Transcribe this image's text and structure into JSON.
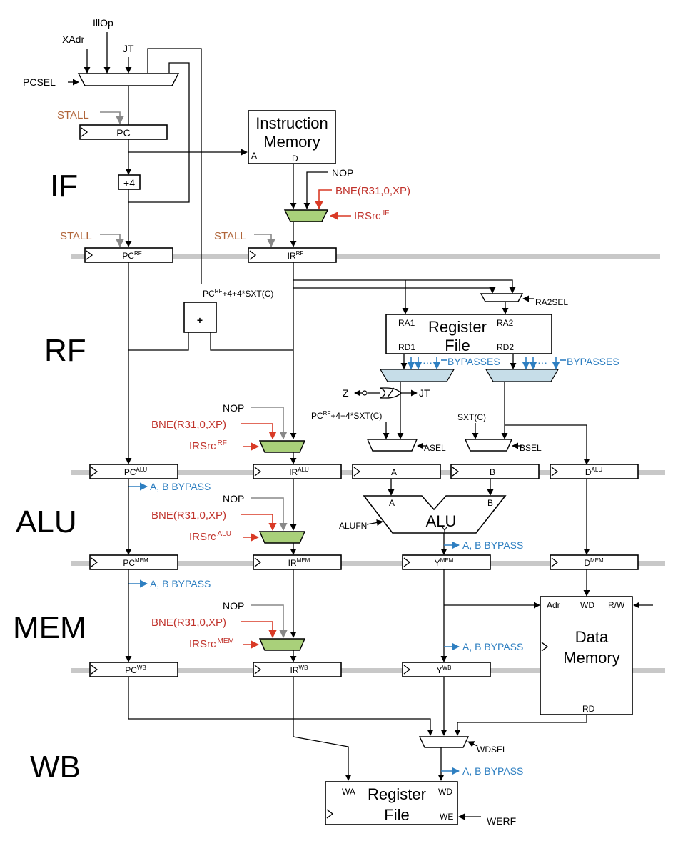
{
  "stages": [
    "IF",
    "RF",
    "ALU",
    "MEM",
    "WB"
  ],
  "top_inputs": {
    "xadr": "XAdr",
    "illop": "IllOp",
    "jt": "JT",
    "pcsel": "PCSEL"
  },
  "stall": "STALL",
  "pc_label": "PC",
  "plus4": "+4",
  "imem": {
    "line1": "Instruction",
    "line2": "Memory",
    "a": "A",
    "d": "D"
  },
  "nop": "NOP",
  "bne": "BNE(R31,0,XP)",
  "irsrc": {
    "base": "IRSrc",
    "if": "IF",
    "rf": "RF",
    "alu": "ALU",
    "mem": "MEM"
  },
  "pipeline_regs": {
    "pc_base": "PC",
    "ir_base": "IR",
    "y_base": "Y",
    "d_base": "D",
    "a": "A",
    "b": "B",
    "sup_rf": "RF",
    "sup_alu": "ALU",
    "sup_mem": "MEM",
    "sup_wb": "WB"
  },
  "branch_target": {
    "pc": "PC",
    "sup": "RF",
    "expr": "+4+4*SXT(C)"
  },
  "plus": "+",
  "ra2sel": "RA2SEL",
  "regfile": {
    "line1": "Register",
    "line2": "File",
    "ra1": "RA1",
    "ra2": "RA2",
    "rd1": "RD1",
    "rd2": "RD2"
  },
  "bypasses": "BYPASSES",
  "dots": "···",
  "z": "Z",
  "jt": "JT",
  "sxtc": "SXT(C)",
  "asel": "ASEL",
  "bsel": "BSEL",
  "ab_bypass": "A, B BYPASS",
  "alu": {
    "label": "ALU",
    "a": "A",
    "b": "B",
    "y": "Y",
    "alufn": "ALUFN"
  },
  "dmem": {
    "line1": "Data",
    "line2": "Memory",
    "adr": "Adr",
    "wd": "WD",
    "rw": "R/W",
    "rd": "RD"
  },
  "wdsel": "WDSEL",
  "regfile_wb": {
    "line1": "Register",
    "line2": "File",
    "wa": "WA",
    "wd": "WD",
    "we": "WE",
    "werf": "WERF"
  }
}
